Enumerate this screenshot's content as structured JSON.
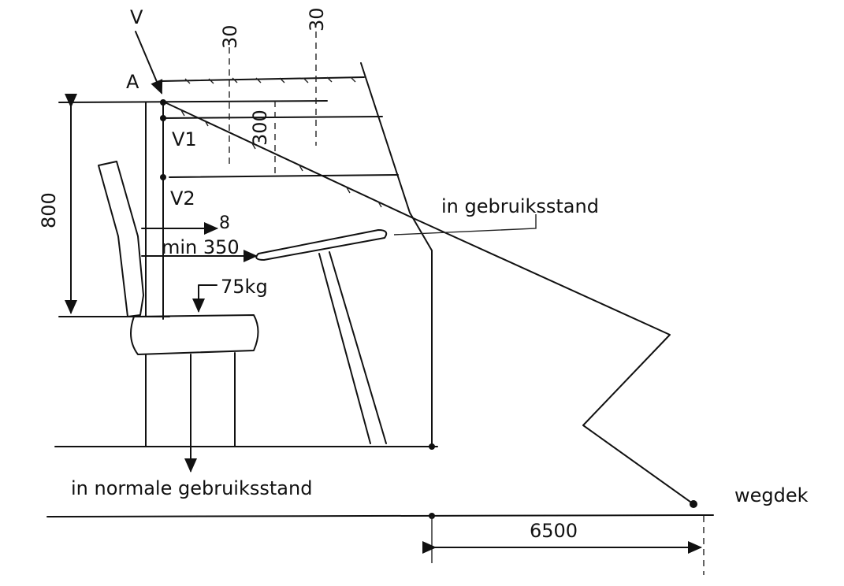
{
  "labels": {
    "point_v": "V",
    "point_a": "A",
    "dim_30_a": "30",
    "dim_30_b": "30",
    "dim_300": "300",
    "point_v1": "V1",
    "point_v2": "V2",
    "dim_800": "800",
    "dim_8": "8",
    "dim_min350": "min 350",
    "load_75kg": "75kg",
    "in_gebruiksstand": "in gebruiksstand",
    "in_normale_gebruiksstand": "in normale gebruiksstand",
    "wegdek": "wegdek",
    "dim_6500": "6500"
  }
}
